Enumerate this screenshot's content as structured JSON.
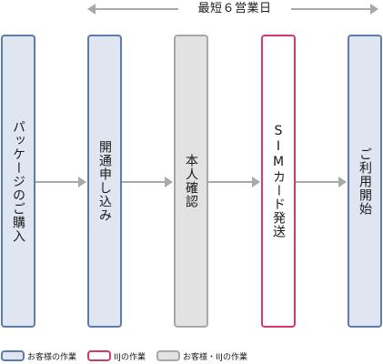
{
  "duration": {
    "label": "最短６営業日"
  },
  "steps": [
    {
      "label": "パッケージのご購入",
      "type": "customer"
    },
    {
      "label": "開通申し込み",
      "type": "customer"
    },
    {
      "label": "本人確認",
      "type": "both"
    },
    {
      "label": "SIMカード発送",
      "type": "iij"
    },
    {
      "label": "ご利用開始",
      "type": "customer"
    }
  ],
  "legend": {
    "customer": "お客様の作業",
    "iij": "IIJの作業",
    "both": "お客様・IIJの作業"
  },
  "colors": {
    "customer_border": "#5c7ea6",
    "customer_fill": "#dfe6f1",
    "iij_border": "#cf3c67",
    "both_border": "#a8a8a8",
    "both_fill": "#e2e2e2",
    "arrow": "#a9a9a9"
  }
}
